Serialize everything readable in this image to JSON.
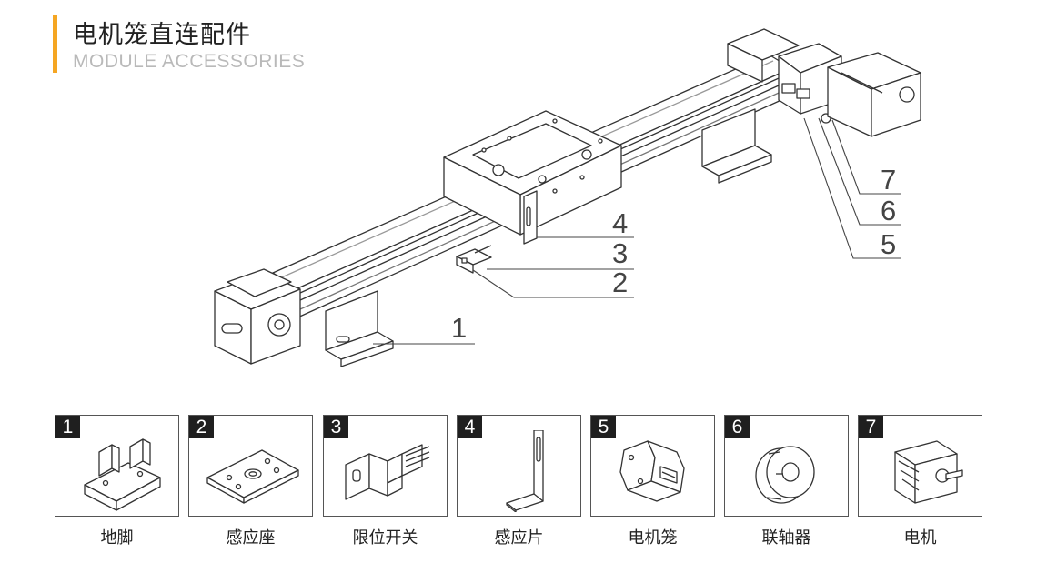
{
  "header": {
    "title_cn": "电机笼直连配件",
    "title_en": "MODULE ACCESSORIES"
  },
  "callouts": [
    "1",
    "2",
    "3",
    "4",
    "5",
    "6",
    "7"
  ],
  "parts": [
    {
      "number": "1",
      "label": "地脚",
      "icon": "foot-bracket-icon"
    },
    {
      "number": "2",
      "label": "感应座",
      "icon": "sensor-mount-icon"
    },
    {
      "number": "3",
      "label": "限位开关",
      "icon": "limit-switch-icon"
    },
    {
      "number": "4",
      "label": "感应片",
      "icon": "sensor-plate-icon"
    },
    {
      "number": "5",
      "label": "电机笼",
      "icon": "motor-cage-icon"
    },
    {
      "number": "6",
      "label": "联轴器",
      "icon": "coupling-icon"
    },
    {
      "number": "7",
      "label": "电机",
      "icon": "motor-icon"
    }
  ],
  "colors": {
    "accent": "#f5a623",
    "line": "#333333",
    "badge": "#1f1f1f"
  }
}
